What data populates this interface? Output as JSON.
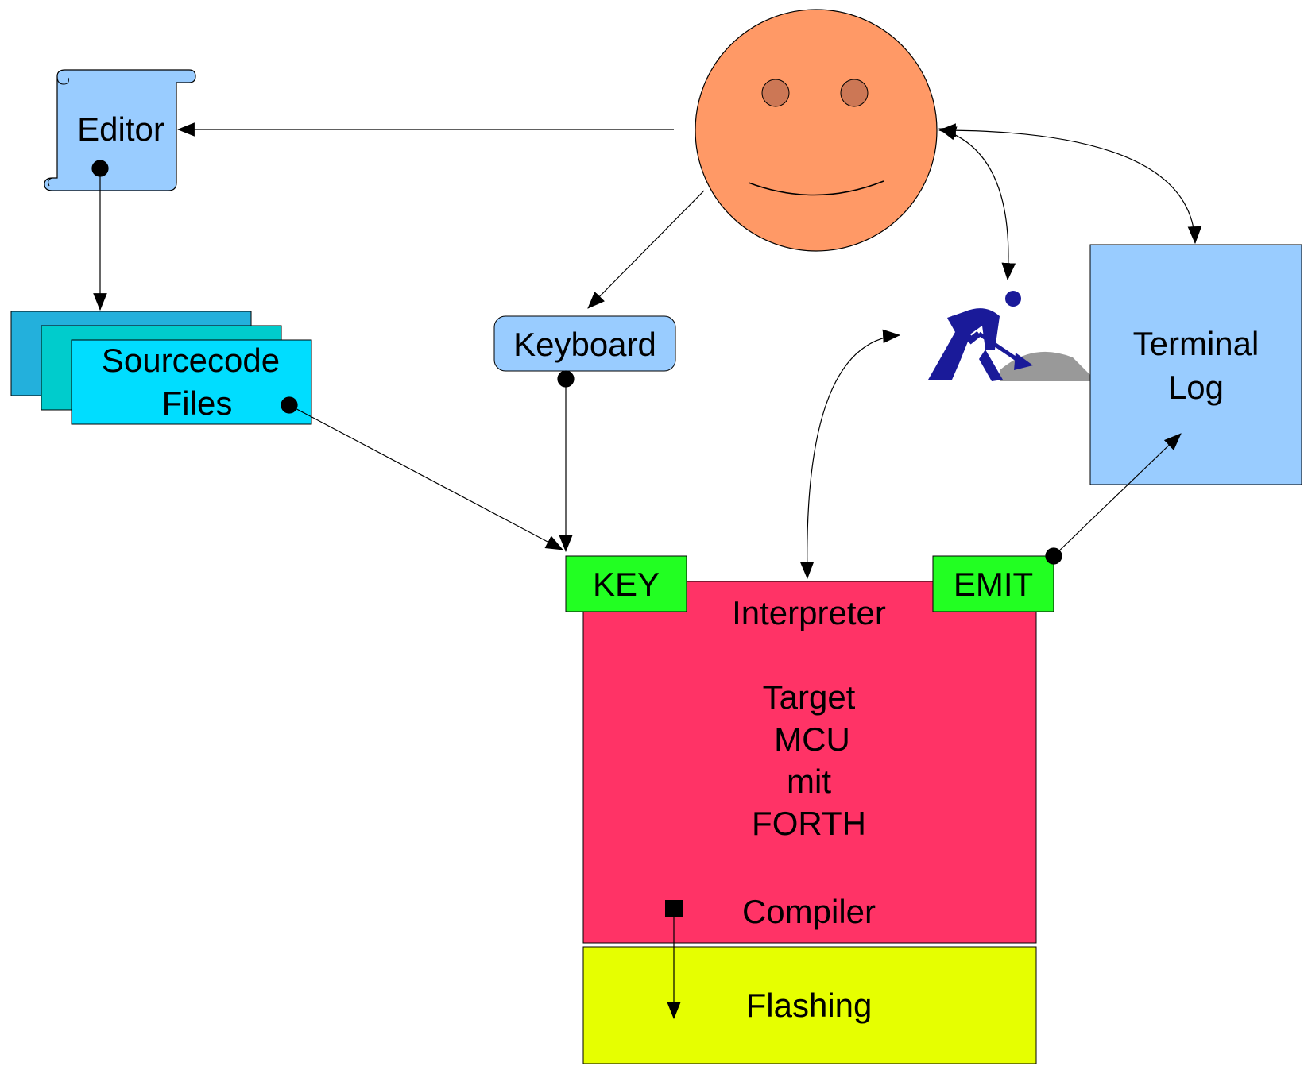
{
  "nodes": {
    "editor": {
      "label": "Editor",
      "icon": "scroll-icon"
    },
    "sourcecode": {
      "line1": "Sourcecode",
      "line2": "Files",
      "icon": "stacked-documents-icon"
    },
    "user": {
      "icon": "smiley-face-icon"
    },
    "keyboard": {
      "label": "Keyboard"
    },
    "worker": {
      "icon": "construction-worker-icon"
    },
    "terminal": {
      "line1": "Terminal",
      "line2": "Log"
    },
    "key_port": {
      "label": "KEY"
    },
    "emit_port": {
      "label": "EMIT"
    },
    "mcu": {
      "interpreter": "Interpreter",
      "target": "Target",
      "mcu": "MCU",
      "mit": "mit",
      "forth": "FORTH",
      "compiler": "Compiler"
    },
    "flashing": {
      "label": "Flashing"
    }
  },
  "colors": {
    "editor_fill": "#99ccff",
    "source_back": "#23b0dc",
    "source_mid": "#00cccc",
    "source_front": "#00ddff",
    "face": "#ff9966",
    "eyes": "#cc7755",
    "keyboard_fill": "#99ccff",
    "terminal_fill": "#99ccff",
    "port_fill": "#22ff22",
    "mcu_fill": "#ff3366",
    "flash_fill": "#e6ff00",
    "worker": "#1a1a99",
    "sand": "#999999"
  }
}
